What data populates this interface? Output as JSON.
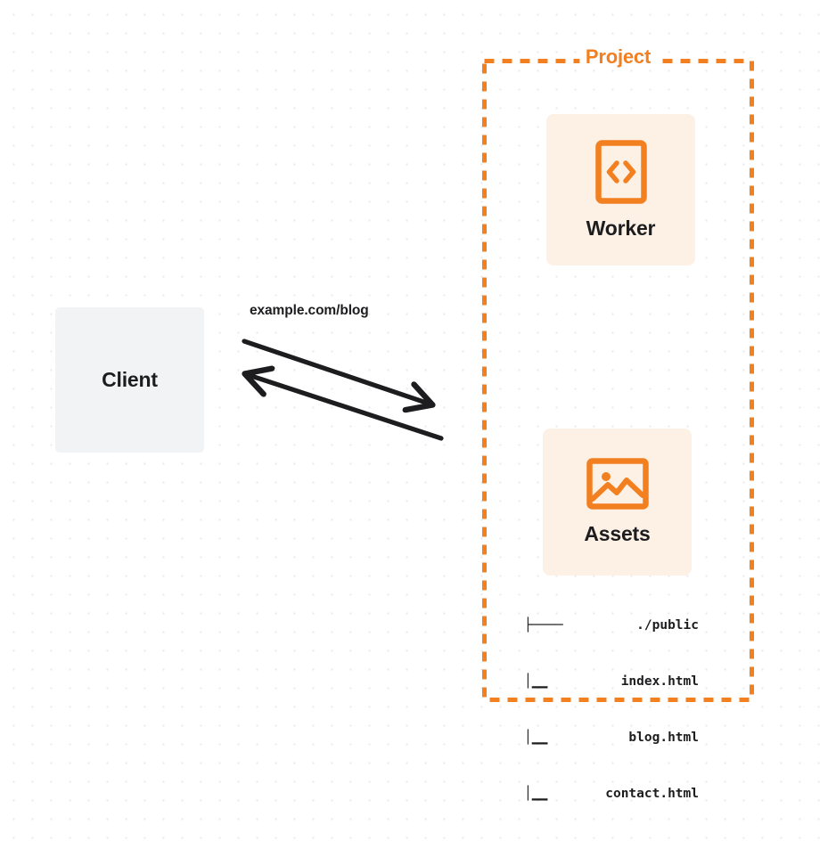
{
  "diagram": {
    "title": "Client to Cloudflare Project request flow",
    "colors": {
      "accent_orange": "#F38020",
      "card_fill": "#FDF1E6",
      "client_fill": "#F2F3F5",
      "text_dark": "#1D1D1F",
      "grid_dot": "#E9EAEC",
      "background": "#FFFFFF"
    }
  },
  "client": {
    "label": "Client"
  },
  "connection": {
    "label": "example.com/blog",
    "request_direction": "client-to-project",
    "response_direction": "project-to-client"
  },
  "project": {
    "title": "Project",
    "worker": {
      "label": "Worker",
      "icon": "code-brackets-icon"
    },
    "assets": {
      "label": "Assets",
      "icon": "image-picture-icon"
    },
    "file_tree": [
      {
        "branch": "├────",
        "name": "./public"
      },
      {
        "branch": "│▁▁",
        "name": "index.html"
      },
      {
        "branch": "│▁▁",
        "name": "blog.html"
      },
      {
        "branch": "│▁▁",
        "name": "contact.html"
      }
    ]
  }
}
